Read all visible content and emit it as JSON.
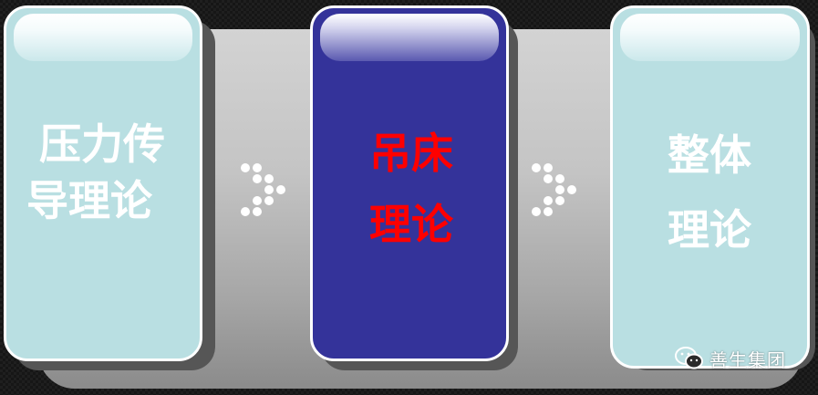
{
  "cards": [
    {
      "lines": [
        "压力传",
        "导理论"
      ]
    },
    {
      "lines": [
        "吊床",
        "理论"
      ]
    },
    {
      "lines": [
        "整体",
        "理论"
      ]
    }
  ],
  "watermark": {
    "text": "善生集团",
    "icon": "wechat-icon"
  },
  "colors": {
    "card_light": "#b9dfe2",
    "card_dark": "#34339a",
    "title_on_light": "#ffffff",
    "title_on_dark": "#ff0000",
    "band": "#c4c4c4",
    "background": "#161616"
  }
}
